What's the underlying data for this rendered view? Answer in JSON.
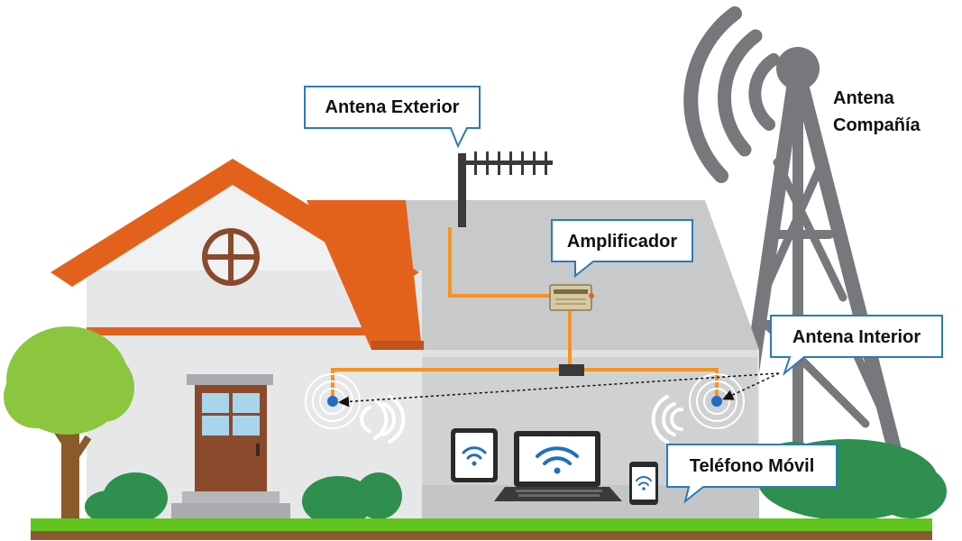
{
  "labels": {
    "outdoor_antenna": "Antena Exterior",
    "carrier_antenna_line1": "Antena",
    "carrier_antenna_line2": "Compañía",
    "amplifier": "Amplificador",
    "indoor_antenna": "Antena Interior",
    "mobile_phone": "Teléfono Móvil"
  },
  "colors": {
    "cable": "#f7931e",
    "roof": "#e2621c",
    "tower": "#77787b",
    "callout_border": "#2b7bb9",
    "antenna_dot": "#1f6fc1",
    "grass": "#62c41e",
    "tree": "#8cc63f",
    "bush": "#2f8f4e",
    "door": "#8b4a2b"
  }
}
